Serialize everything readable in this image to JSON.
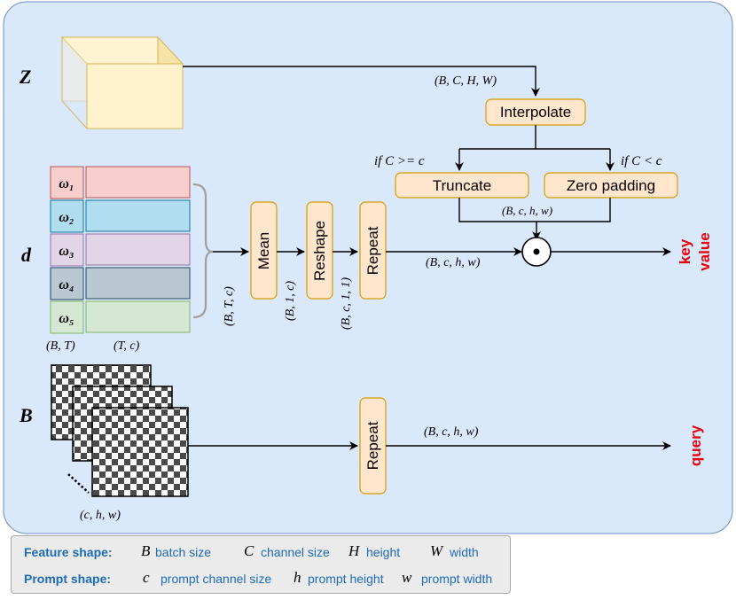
{
  "inputs": {
    "z": "Z",
    "d": "d",
    "b": "B"
  },
  "weights": [
    "ω₁",
    "ω₂",
    "ω₃",
    "ω₄",
    "ω₅"
  ],
  "weight_colors": {
    "fills": [
      "#f8cecc",
      "#b1ddf0",
      "#e1d5e7",
      "#bac8d3",
      "#d5e8d4"
    ],
    "strokes": [
      "#b85450",
      "#10739e",
      "#9673a6",
      "#23445d",
      "#82b366"
    ]
  },
  "shapes": {
    "z_shape": "(B, C, H, W)",
    "interp_out": "(B, c, h, w)",
    "weight_col": "(B, T)",
    "emb_col": "(T, c)",
    "bt_c": "(B, T, c)",
    "b1c": "(B, 1, c)",
    "bc11": "(B, c, 1, 1)",
    "repeat_out": "(B, c, h, w)",
    "query_shape": "(B, c, h, w)",
    "prompt_shape": "(c, h, w)"
  },
  "ops": {
    "interpolate": "Interpolate",
    "truncate": "Truncate",
    "zero_padding": "Zero padding",
    "mean": "Mean",
    "reshape": "Reshape",
    "repeat": "Repeat",
    "repeat2": "Repeat",
    "product": "⊙"
  },
  "conditions": {
    "ge": "if C >= c",
    "lt": "if C < c"
  },
  "outputs": {
    "key": "key",
    "value": "value",
    "query": "query"
  },
  "legend": {
    "feature_label": "Feature shape:",
    "feature_items": [
      {
        "sym": "B",
        "desc": "batch size"
      },
      {
        "sym": "C",
        "desc": "channel size"
      },
      {
        "sym": "H",
        "desc": "height"
      },
      {
        "sym": "W",
        "desc": "width"
      }
    ],
    "prompt_label": "Prompt shape:",
    "prompt_items": [
      {
        "sym": "c",
        "desc": "prompt channel size"
      },
      {
        "sym": "h",
        "desc": "prompt height"
      },
      {
        "sym": "w",
        "desc": "prompt width"
      }
    ]
  },
  "colors": {
    "panel": "#dae8fc",
    "panel_stroke": "#6c8ebf",
    "op_fill": "#ffe6cc",
    "op_stroke": "#d79b00",
    "cube_front": "#fff2cc",
    "cube_stroke": "#d6b656",
    "output_text": "#e8000b",
    "legend_text": "#1e6cb8"
  }
}
